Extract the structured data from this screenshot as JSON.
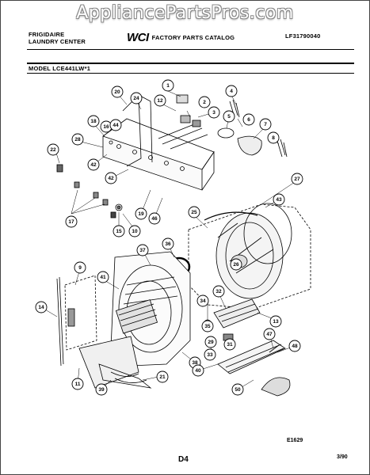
{
  "watermark": "AppliancePartsPros.com",
  "header": {
    "brand_line1": "FRIGIDAIRE",
    "brand_line2": "LAUNDRY CENTER",
    "wci_logo": "WCI",
    "catalog_title": "FACTORY PARTS CATALOG",
    "doc_number": "LF31790040"
  },
  "model_label": "MODEL LCE441LW*1",
  "figure_code": "E1629",
  "page_label": "D4",
  "date_code": "3/90",
  "callouts": [
    "1",
    "2",
    "3",
    "4",
    "5",
    "6",
    "7",
    "8",
    "9",
    "10",
    "11",
    "12",
    "13",
    "14",
    "15",
    "16",
    "17",
    "18",
    "19",
    "20",
    "21",
    "22",
    "24",
    "25",
    "26",
    "27",
    "28",
    "29",
    "31",
    "32",
    "33",
    "34",
    "35",
    "36",
    "37",
    "38",
    "39",
    "40",
    "41",
    "42",
    "42",
    "43",
    "44",
    "46",
    "47",
    "48",
    "50"
  ]
}
